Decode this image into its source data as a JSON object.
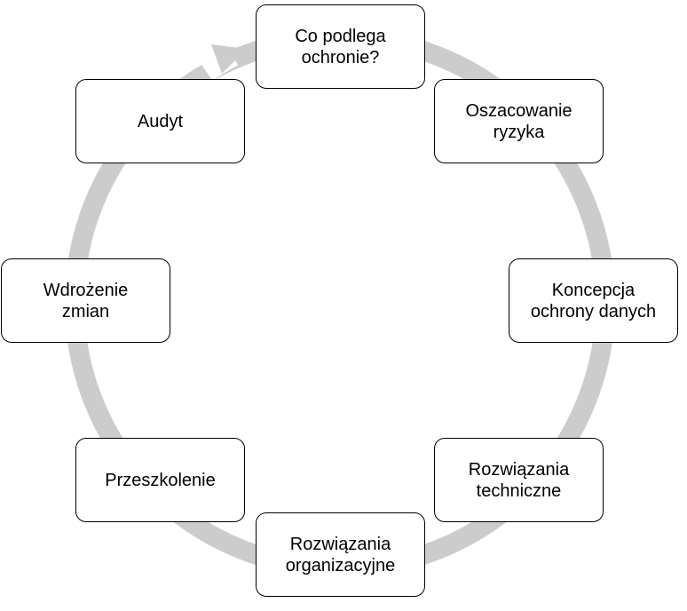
{
  "diagram": {
    "type": "cycle",
    "colors": {
      "ring": "#cccccc",
      "box_border": "#000000",
      "box_fill": "#ffffff",
      "text": "#000000"
    },
    "arrow_icon": "arrowhead-icon",
    "steps": [
      {
        "label": "Co podlega\nochronie?"
      },
      {
        "label": "Oszacowanie\nryzyka"
      },
      {
        "label": "Koncepcja\nochrony danych"
      },
      {
        "label": "Rozwiązania\ntechniczne"
      },
      {
        "label": "Rozwiązania\norganizacyjne"
      },
      {
        "label": "Przeszkolenie"
      },
      {
        "label": "Wdrożenie\nzmian"
      },
      {
        "label": "Audyt"
      }
    ]
  }
}
